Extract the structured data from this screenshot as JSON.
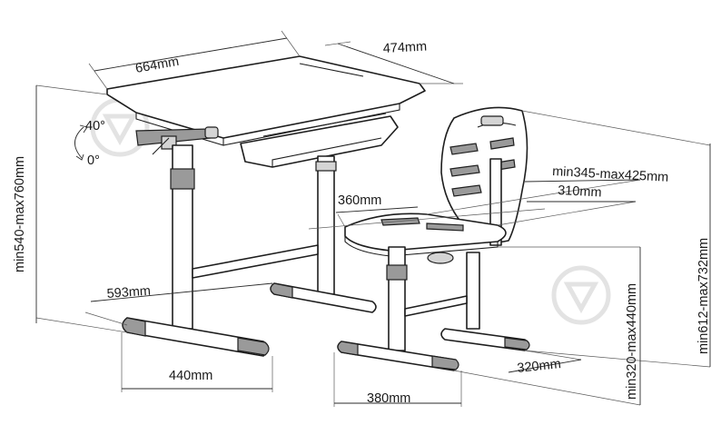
{
  "labels": {
    "desk_width": "664mm",
    "desk_depth": "474mm",
    "tilt_max": "40°",
    "tilt_min": "0°",
    "desk_height": "min540-max760mm",
    "seat_width": "360mm",
    "seat_height": "min345-max425mm",
    "seat_depth": "310mm",
    "chair_height": "min612-max732mm",
    "desk_base_depth": "593mm",
    "desk_foot_width": "440mm",
    "chair_leg_height": "min320-max440mm",
    "chair_base_depth": "320mm",
    "chair_foot_width": "380mm"
  },
  "colors": {
    "line": "#1e1e1e",
    "fill_gray": "#9a9a9a",
    "watermark": "#e3e3e3"
  },
  "watermarks": [
    "watermark-logo-left",
    "watermark-logo-right"
  ]
}
